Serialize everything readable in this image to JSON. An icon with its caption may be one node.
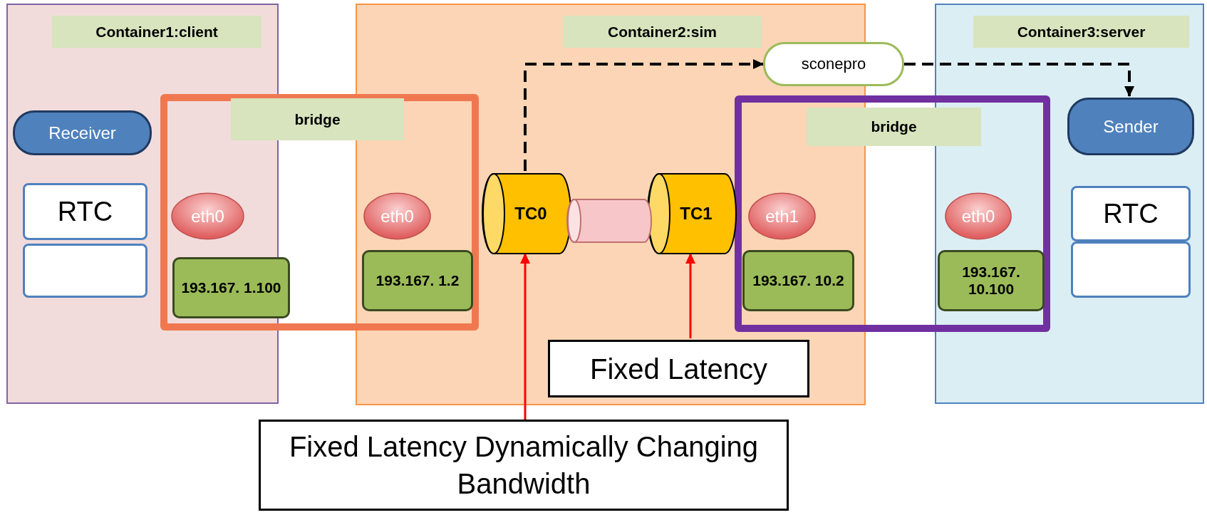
{
  "diagram": {
    "nodes": [
      {
        "text": [
          "Container1:client"
        ]
      },
      {
        "text": [
          "Container2:sim"
        ]
      },
      {
        "text": [
          "Container3:server"
        ]
      },
      {
        "text": [
          "bridge"
        ]
      },
      {
        "text": [
          "bridge"
        ]
      },
      {
        "text": [
          "Receiver"
        ],
        "in": 0
      },
      {
        "text": [
          "RTC"
        ],
        "in": 0
      },
      {
        "text": [],
        "shape": "box",
        "in": 0
      },
      {
        "text": [
          "eth0"
        ]
      },
      {
        "text": [
          "193.167. 1.100"
        ],
        "in": 3
      },
      {
        "text": [
          "eth0"
        ]
      },
      {
        "text": [
          "193.167. 1.2"
        ]
      },
      {
        "text": [
          "TC0"
        ],
        "in": 1
      },
      {
        "text": [
          "TC1"
        ],
        "in": 1
      },
      {
        "text": [],
        "shape": "cylinder",
        "in": 1
      },
      {
        "text": [
          "sconepro"
        ]
      },
      {
        "text": [
          "eth1"
        ]
      },
      {
        "text": [
          "193.167. 10.2"
        ]
      },
      {
        "text": [
          "eth0"
        ]
      },
      {
        "text": [
          "193.167. 10.100"
        ]
      },
      {
        "text": [
          "Sender"
        ],
        "in": 2
      },
      {
        "text": [
          "RTC"
        ],
        "in": 2
      },
      {
        "text": [],
        "shape": "box",
        "in": 2
      },
      {
        "text": [
          "Fixed Latency"
        ],
        "in": 1
      },
      {
        "text": [
          "Fixed Latency Dynamically Changing Bandwidth"
        ]
      }
    ],
    "edges": [
      {
        "from": 12,
        "to": 15,
        "arrow": "to",
        "style": "dashed"
      },
      {
        "from": 15,
        "to": 20,
        "arrow": "to",
        "style": "dashed"
      },
      {
        "from": 24,
        "to": 12,
        "arrow": "to",
        "color": "#ff0000"
      },
      {
        "from": 23,
        "to": 13,
        "arrow": "to",
        "color": "#ff0000"
      }
    ]
  }
}
